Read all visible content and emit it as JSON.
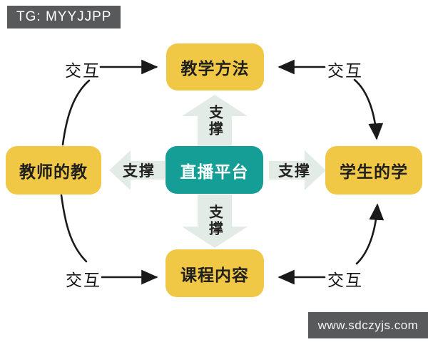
{
  "badge": {
    "text": "TG: MYYJJPP"
  },
  "watermark": {
    "text": "www.sdczyjs.com"
  },
  "diagram": {
    "center": {
      "label": "直播平台"
    },
    "nodes": {
      "top": {
        "label": "教学方法"
      },
      "left": {
        "label": "教师的教"
      },
      "right": {
        "label": "学生的学"
      },
      "bottom": {
        "label": "课程内容"
      }
    },
    "support_labels": {
      "up": "支撑",
      "down": "支撑",
      "left": "支撑",
      "right": "支撑"
    },
    "interaction_labels": {
      "top_left": "交互",
      "top_right": "交互",
      "bottom_left": "交互",
      "bottom_right": "交互"
    },
    "colors": {
      "background": "#FFFFFF",
      "node_fill": "#F0C845",
      "node_text": "#1F1F1F",
      "center_fill": "#149E96",
      "center_text": "#FFFFFF",
      "support_arrow_fill": "#E2EBE6",
      "support_text": "#222222",
      "interaction_line": "#1A1A1A",
      "badge_bg": "#58595B",
      "badge_text": "#FFFFFF",
      "watermark_bg": "#58595B",
      "watermark_text": "#F5F5F5"
    }
  }
}
